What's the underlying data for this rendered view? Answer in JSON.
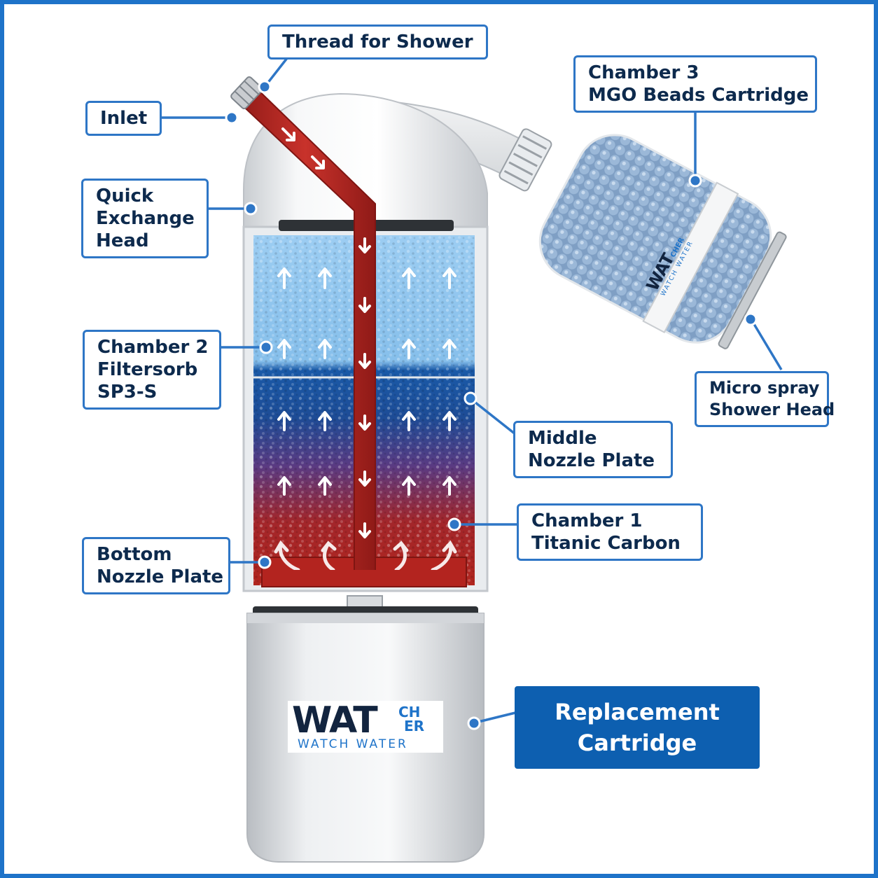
{
  "labels": {
    "thread": "Thread for Shower",
    "inlet": "Inlet",
    "quick_exchange": [
      "Quick",
      "Exchange",
      "Head"
    ],
    "chamber3": [
      "Chamber 3",
      "MGO Beads Cartridge"
    ],
    "chamber2": [
      "Chamber 2",
      "Filtersorb",
      "SP3-S"
    ],
    "micro_spray": [
      "Micro spray",
      "Shower Head"
    ],
    "middle_nozzle": [
      "Middle",
      "Nozzle Plate"
    ],
    "chamber1": [
      "Chamber 1",
      "Titanic Carbon"
    ],
    "bottom_nozzle": [
      "Bottom",
      "Nozzle Plate"
    ],
    "replacement": [
      "Replacement",
      "Cartridge"
    ]
  },
  "brand": {
    "main": "WAT",
    "super": "CH",
    "sub": "ER",
    "tagline": "WATCH WATER"
  },
  "colors": {
    "frame": "#1e73c9",
    "label_border": "#2e76c6",
    "label_text": "#0d2a4d",
    "dark_label_bg": "#0d5fb0",
    "pipe": "#b3241f",
    "media_light": "#8fc6ef",
    "media_dark": "#1b4f9e",
    "media_red": "#b1261f",
    "beads": "#8fb0d3"
  }
}
